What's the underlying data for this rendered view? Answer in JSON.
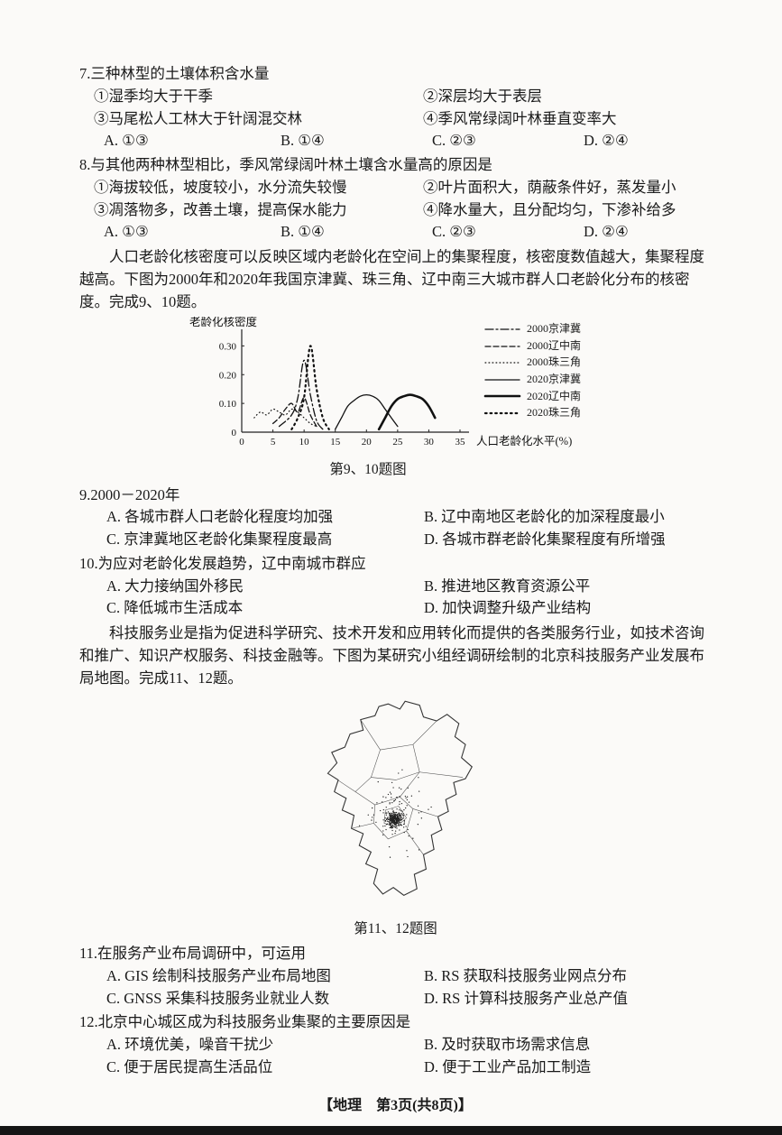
{
  "questions": {
    "q7": {
      "stem": "7.三种林型的土壤体积含水量",
      "items": [
        "①湿季均大于干季",
        "②深层均大于表层",
        "③马尾松人工林大于针阔混交林",
        "④季风常绿阔叶林垂直变率大"
      ],
      "options": [
        "A. ①③",
        "B. ①④",
        "C. ②③",
        "D. ②④"
      ]
    },
    "q8": {
      "stem": "8.与其他两种林型相比，季风常绿阔叶林土壤含水量高的原因是",
      "items": [
        "①海拔较低，坡度较小，水分流失较慢",
        "②叶片面积大，荫蔽条件好，蒸发量小",
        "③凋落物多，改善土壤，提高保水能力",
        "④降水量大，且分配均匀，下渗补给多"
      ],
      "options": [
        "A. ①③",
        "B. ①④",
        "C. ②③",
        "D. ②④"
      ]
    },
    "q9": {
      "stem": "9.2000－2020年",
      "options": [
        "A. 各城市群人口老龄化程度均加强",
        "B. 辽中南地区老龄化的加深程度最小",
        "C. 京津冀地区老龄化集聚程度最高",
        "D. 各城市群老龄化集聚程度有所增强"
      ]
    },
    "q10": {
      "stem": "10.为应对老龄化发展趋势，辽中南城市群应",
      "options": [
        "A. 大力接纳国外移民",
        "B. 推进地区教育资源公平",
        "C. 降低城市生活成本",
        "D. 加快调整升级产业结构"
      ]
    },
    "q11": {
      "stem": "11.在服务产业布局调研中，可运用",
      "options": [
        "A. GIS 绘制科技服务产业布局地图",
        "B. RS 获取科技服务业网点分布",
        "C. GNSS 采集科技服务业就业人数",
        "D. RS 计算科技服务产业总产值"
      ]
    },
    "q12": {
      "stem": "12.北京中心城区成为科技服务业集聚的主要原因是",
      "options": [
        "A. 环境优美，噪音干扰少",
        "B. 及时获取市场需求信息",
        "C. 便于居民提高生活品位",
        "D. 便于工业产品加工制造"
      ]
    }
  },
  "intro_aging": "人口老龄化核密度可以反映区域内老龄化在空间上的集聚程度，核密度数值越大，集聚程度越高。下图为2000年和2020年我国京津冀、珠三角、辽中南三大城市群人口老龄化分布的核密度。完成9、10题。",
  "intro_tech": "科技服务业是指为促进科学研究、技术开发和应用转化而提供的各类服务行业，如技术咨询和推广、知识产权服务、科技金融等。下图为某研究小组经调研绘制的北京科技服务产业发展布局地图。完成11、12题。",
  "chart_data": {
    "type": "line",
    "xlabel": "人口老龄化水平(%)",
    "ylabel": "老龄化核密度",
    "xlim": [
      0,
      35
    ],
    "ylim": [
      0,
      0.32
    ],
    "xticks": [
      0,
      5,
      10,
      15,
      20,
      25,
      30,
      35
    ],
    "yticks": [
      0,
      0.1,
      0.2,
      0.3
    ],
    "ytick_labels": [
      "0",
      "0.10",
      "0.20",
      "0.30"
    ],
    "caption": "第9、10题图",
    "legend_position": "right",
    "series": [
      {
        "name": "2000京津冀",
        "style": "dashdot",
        "width": 1.3,
        "points": [
          [
            6,
            0.02
          ],
          [
            8,
            0.06
          ],
          [
            9,
            0.12
          ],
          [
            10,
            0.25
          ],
          [
            11,
            0.13
          ],
          [
            12,
            0.04
          ],
          [
            13,
            0.01
          ]
        ]
      },
      {
        "name": "2000辽中南",
        "style": "dashed",
        "width": 1.3,
        "points": [
          [
            5,
            0.03
          ],
          [
            6,
            0.05
          ],
          [
            7,
            0.08
          ],
          [
            8,
            0.1
          ],
          [
            9,
            0.07
          ],
          [
            10,
            0.12
          ],
          [
            11,
            0.06
          ],
          [
            12,
            0.02
          ]
        ]
      },
      {
        "name": "2000珠三角",
        "style": "dotted-fine",
        "width": 1.2,
        "points": [
          [
            2,
            0.05
          ],
          [
            3,
            0.07
          ],
          [
            4,
            0.06
          ],
          [
            5,
            0.08
          ],
          [
            6,
            0.07
          ],
          [
            7,
            0.06
          ],
          [
            8,
            0.08
          ],
          [
            9,
            0.07
          ],
          [
            10,
            0.05
          ],
          [
            11,
            0.03
          ],
          [
            12,
            0.02
          ]
        ]
      },
      {
        "name": "2020京津冀",
        "style": "solid",
        "width": 1.3,
        "points": [
          [
            15,
            0.01
          ],
          [
            16,
            0.05
          ],
          [
            17,
            0.09
          ],
          [
            18,
            0.11
          ],
          [
            19,
            0.125
          ],
          [
            20,
            0.13
          ],
          [
            21,
            0.125
          ],
          [
            22,
            0.11
          ],
          [
            23,
            0.08
          ],
          [
            24,
            0.05
          ],
          [
            25,
            0.02
          ]
        ]
      },
      {
        "name": "2020辽中南",
        "style": "solid",
        "width": 2.6,
        "points": [
          [
            22,
            0.01
          ],
          [
            23,
            0.05
          ],
          [
            24,
            0.09
          ],
          [
            25,
            0.115
          ],
          [
            26,
            0.125
          ],
          [
            27,
            0.13
          ],
          [
            28,
            0.125
          ],
          [
            29,
            0.115
          ],
          [
            30,
            0.09
          ],
          [
            31,
            0.05
          ]
        ]
      },
      {
        "name": "2020珠三角",
        "style": "dotted-bold",
        "width": 2.2,
        "points": [
          [
            8,
            0.01
          ],
          [
            9,
            0.05
          ],
          [
            10,
            0.12
          ],
          [
            11,
            0.3
          ],
          [
            12,
            0.15
          ],
          [
            13,
            0.05
          ],
          [
            14,
            0.01
          ]
        ]
      }
    ]
  },
  "map": {
    "caption": "第11、12题图"
  },
  "footer": "【地理　第3页(共8页)】"
}
